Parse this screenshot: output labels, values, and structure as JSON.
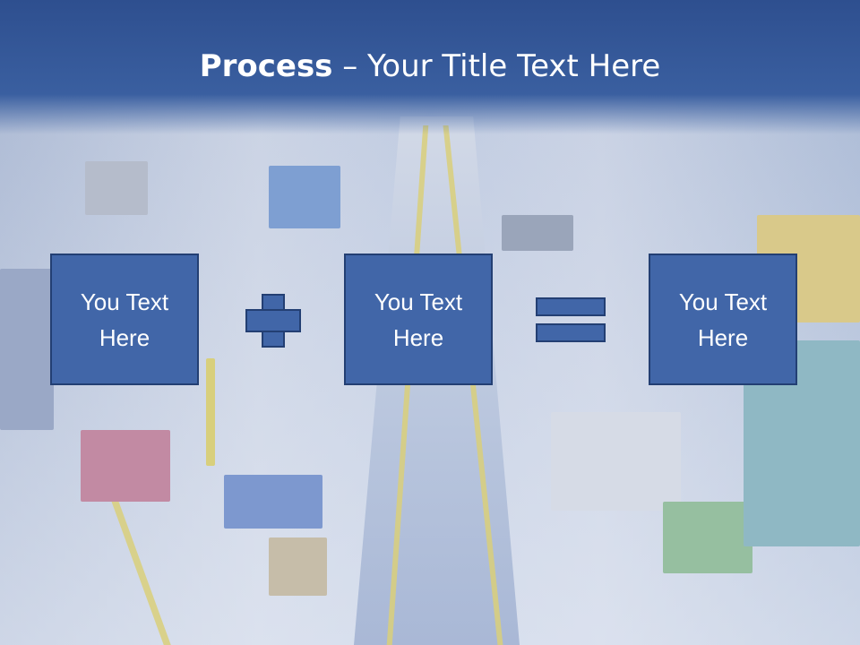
{
  "slide": {
    "title_strong": "Process",
    "title_rest": " – Your Title Text Here"
  },
  "boxes": [
    {
      "label": "You Text Here"
    },
    {
      "label": "You Text Here"
    },
    {
      "label": "You Text Here"
    }
  ],
  "operators": [
    "plus-icon",
    "equals-icon"
  ],
  "colors": {
    "header": "#3a5fa0",
    "box_fill": "#4166a8",
    "box_border": "#233f73",
    "title_text": "#ffffff"
  }
}
